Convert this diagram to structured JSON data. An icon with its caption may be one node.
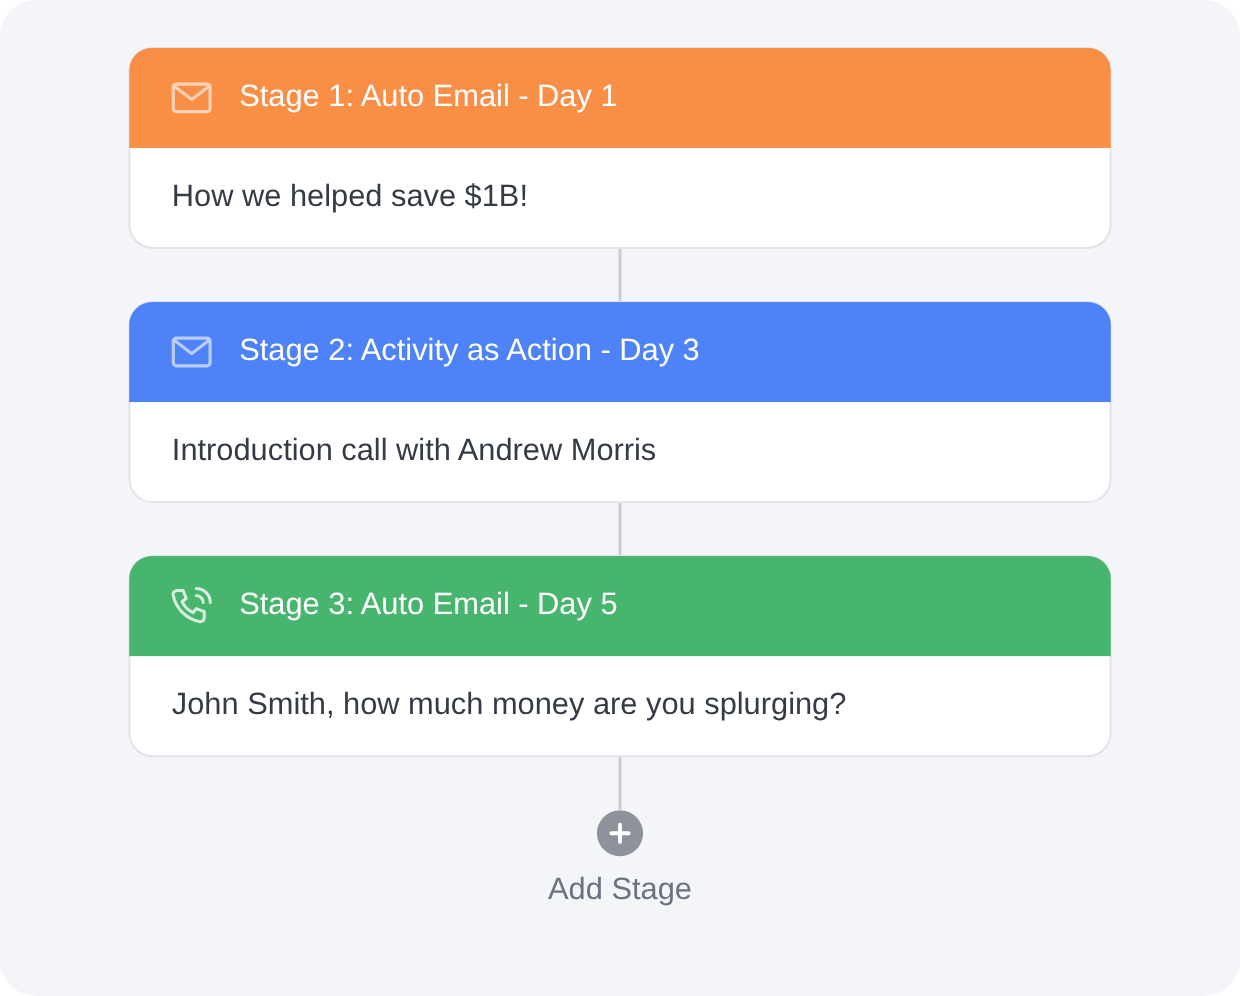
{
  "diagram": {
    "nodes": [
      {
        "text": [
          "Stage 1: Auto Email - Day 1",
          "How we helped save $1B!"
        ]
      },
      {
        "text": [
          "Stage 2: Activity as Action - Day 3",
          "Introduction call with Andrew Morris"
        ]
      },
      {
        "text": [
          "Stage 3: Auto Email - Day 5",
          "John Smith, how much money are you splurging?"
        ]
      },
      {
        "text": [],
        "shape": "circle",
        "beside": [
          "Add Stage"
        ]
      }
    ],
    "edges": [
      {
        "from": 0,
        "to": 1,
        "arrow": "none"
      },
      {
        "from": 1,
        "to": 2,
        "arrow": "none"
      },
      {
        "from": 2,
        "to": 3,
        "arrow": "none"
      }
    ]
  }
}
